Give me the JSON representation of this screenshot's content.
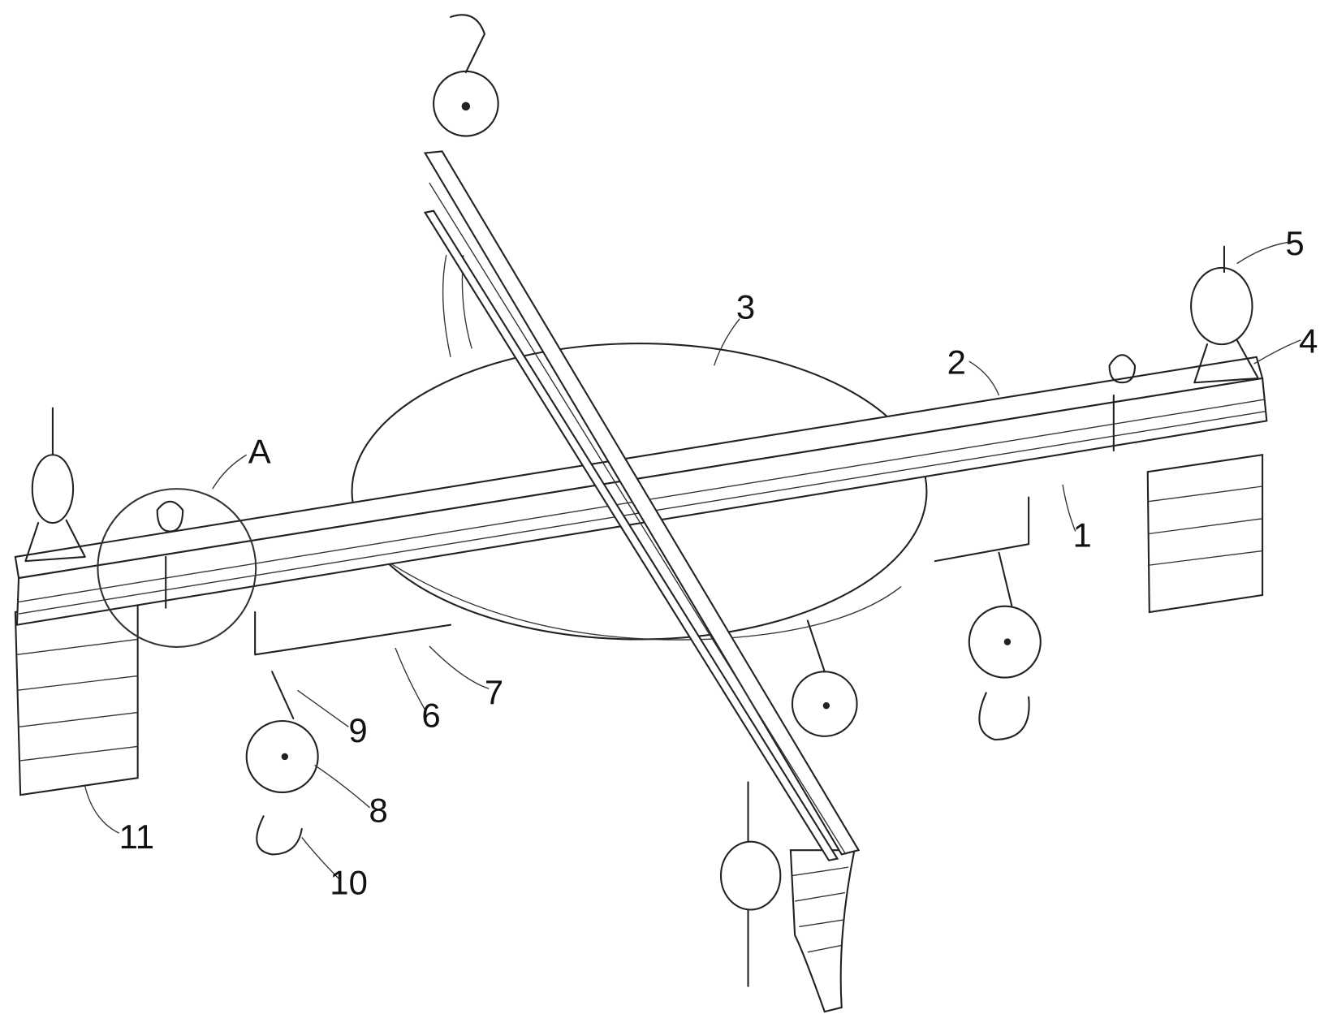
{
  "figure": {
    "labels": {
      "l1": "1",
      "l2": "2",
      "l3": "3",
      "l4": "4",
      "l5": "5",
      "l6": "6",
      "l7": "7",
      "l8": "8",
      "l9": "9",
      "l10": "10",
      "l11": "11",
      "lA": "A"
    },
    "colors": {
      "line": "#222222",
      "background": "#ffffff"
    }
  }
}
